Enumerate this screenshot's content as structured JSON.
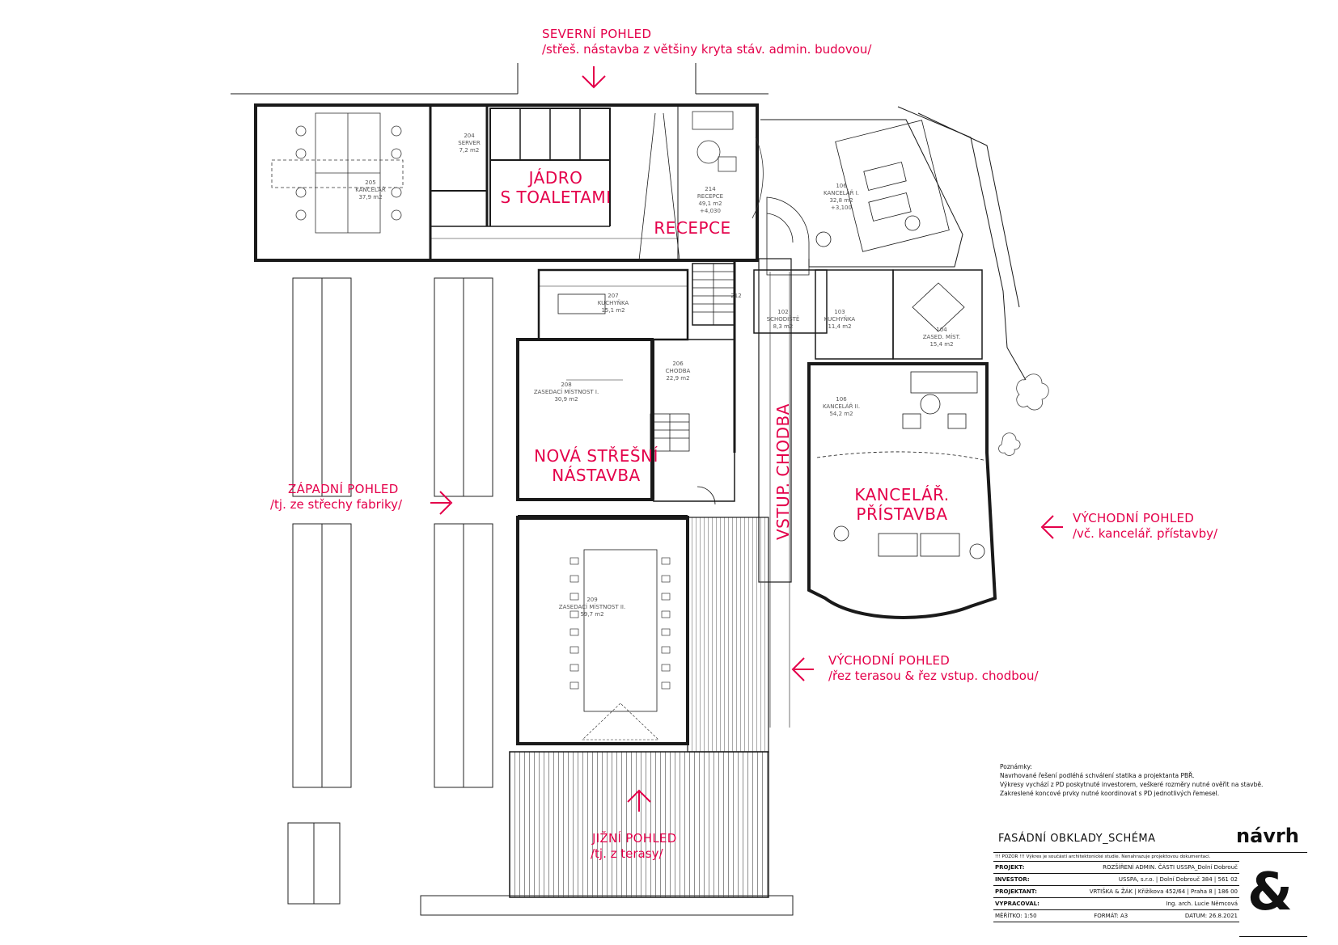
{
  "views": {
    "north": {
      "title": "SEVERNÍ POHLED",
      "subtitle": "/střeš. nástavba z většiny kryta stáv. admin. budovou/"
    },
    "west": {
      "title": "ZÁPADNÍ POHLED",
      "subtitle": "/tj. ze střechy fabriky/"
    },
    "east1": {
      "title": "VÝCHODNÍ POHLED",
      "subtitle": "/vč. kancelář. přístavby/"
    },
    "east2": {
      "title": "VÝCHODNÍ POHLED",
      "subtitle": "/řez terasou & řez vstup. chodbou/"
    },
    "south": {
      "title": "JIŽNÍ POHLED",
      "subtitle": "/tj. z terasy/"
    }
  },
  "zones": {
    "core_line1": "JÁDRO",
    "core_line2": "S TOALETAMI",
    "reception": "RECEPCE",
    "roof_line1": "NOVÁ STŘEŠNÍ",
    "roof_line2": "NÁSTAVBA",
    "entrance": "VSTUP. CHODBA",
    "office_line1": "KANCELÁŘ.",
    "office_line2": "PŘÍSTAVBA"
  },
  "rooms": [
    {
      "num": "204",
      "name": "SERVER",
      "area": "7,2 m2"
    },
    {
      "num": "205",
      "name": "KANCELÁŘ",
      "area": "37,9 m2"
    },
    {
      "num": "214",
      "name": "RECEPCE",
      "area": "49,1 m2"
    },
    {
      "num": "106",
      "name": "KANCELÁŘ I.",
      "area": "32,8 m2"
    },
    {
      "num": "207",
      "name": "KUCHYŇKA",
      "area": "15,1 m2"
    },
    {
      "num": "212",
      "name": "",
      "area": ""
    },
    {
      "num": "102",
      "name": "SCHODIŠTĚ",
      "area": "8,3 m2"
    },
    {
      "num": "103",
      "name": "KUCHYŇKA",
      "area": "11,4 m2"
    },
    {
      "num": "104",
      "name": "ZASED. MÍST.",
      "area": "15,4 m2"
    },
    {
      "num": "208",
      "name": "ZASEDACÍ MÍSTNOST I.",
      "area": "30,9 m2"
    },
    {
      "num": "206",
      "name": "CHODBA",
      "area": "22,9 m2"
    },
    {
      "num": "106",
      "name": "KANCELÁŘ II.",
      "area": "54,2 m2"
    },
    {
      "num": "209",
      "name": "ZASEDACÍ MÍSTNOST II.",
      "area": "59,7 m2"
    }
  ],
  "levels": {
    "reception": "+4,030",
    "office": "+3,100"
  },
  "notes": {
    "heading": "Poznámky:",
    "lines": [
      "Navrhované řešení podléhá schválení statika a projektanta PBŘ.",
      "Výkresy vychází z PD poskytnuté investorem, veškeré rozměry nutné ověřit na stavbě.",
      "Zakreslené koncové prvky nutné koordinovat s PD jednotlivých řemesel."
    ]
  },
  "title_block": {
    "title": "FASÁDNÍ OBKLADY_SCHÉMA",
    "brand": "návrh",
    "brand_symbol": "&",
    "warning": "!!! POZOR !!! Výkres je součástí architektonické studie. Nenahrazuje projektovou dokumentaci.",
    "rows": [
      {
        "label": "PROJEKT:",
        "value": "ROZŠÍŘENÍ ADMIN. ČÁSTI USSPA_Dolní Dobrouč"
      },
      {
        "label": "INVESTOR:",
        "value": "USSPA, s.r.o. | Dolní Dobrouč 384 | 561 02"
      },
      {
        "label": "PROJEKTANT:",
        "value": "VRTIŠKA & ŽÁK | Křižíkova 452/64 | Praha 8 | 186 00"
      },
      {
        "label": "VYPRACOVAL:",
        "value": "Ing. arch. Lucie Němcová"
      }
    ],
    "scale": "MĚŘÍTKO: 1:50",
    "format": "FORMÁT: A3",
    "date": "DATUM: 26.8.2021"
  },
  "colors": {
    "accent": "#e4004a",
    "lines": "#1a1a1a",
    "hatch": "#444444"
  }
}
